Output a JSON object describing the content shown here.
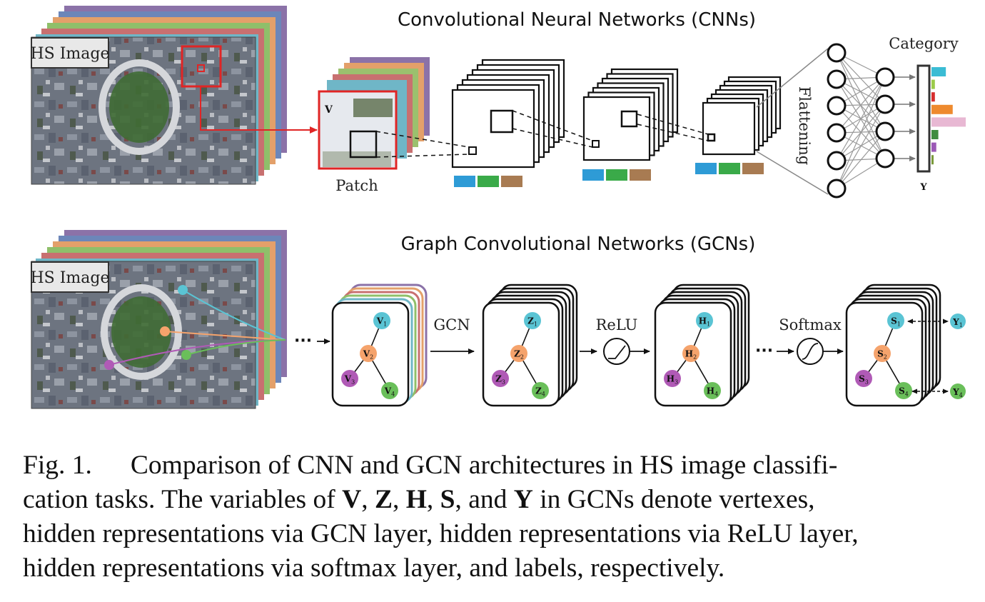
{
  "cnn": {
    "title": "Convolutional Neural Networks (CNNs)",
    "hs_label": "HS Image",
    "patch_label": "Patch",
    "patch_var": "V",
    "flatten_label": "Flattening",
    "category_label": "Category",
    "output_var": "Y",
    "channel_colors": [
      "#2e9bd6",
      "#3aaa49",
      "#a87b52"
    ],
    "category_colors": [
      "#3bbcd4",
      "#9bcb4a",
      "#d62e2e",
      "#ee8a2e",
      "#e8b8d3",
      "#3f8c3f",
      "#9b59b6",
      "#7a9a3a"
    ],
    "category_values": [
      0.42,
      0.1,
      0.1,
      0.62,
      1.0,
      0.2,
      0.14,
      0.06
    ]
  },
  "gcn": {
    "title": "Graph Convolutional Networks (GCNs)",
    "hs_label": "HS Image",
    "ellipsis": "···",
    "op_gcn": "GCN",
    "op_relu": "ReLU",
    "op_softmax": "Softmax",
    "node_colors": [
      "#5ac4d4",
      "#f5a36c",
      "#b05ab6",
      "#6abf5a"
    ],
    "graphs": [
      {
        "letter": "V",
        "nodes": [
          "1",
          "2",
          "3",
          "4"
        ]
      },
      {
        "letter": "Z",
        "nodes": [
          "1",
          "2",
          "3",
          "4"
        ]
      },
      {
        "letter": "H",
        "nodes": [
          "1",
          "2",
          "3",
          "4"
        ]
      },
      {
        "letter": "S",
        "nodes": [
          "1",
          "2",
          "3",
          "4"
        ]
      }
    ],
    "labels": [
      {
        "letter": "Y",
        "sub": "1"
      },
      {
        "letter": "Y",
        "sub": "4"
      }
    ]
  },
  "caption": {
    "fig_num": "Fig. 1.",
    "line1": "Comparison of CNN and GCN architectures in HS image classifi-",
    "line2_pre": "cation tasks. The variables of ",
    "v": "V",
    "sep1": ", ",
    "z": "Z",
    "sep2": ", ",
    "h": "H",
    "sep3": ", ",
    "s": "S",
    "sep4": ", and ",
    "y": "Y",
    "line2_post": " in GCNs denote vertexes,",
    "line3": "hidden representations via GCN layer, hidden representations via ReLU layer,",
    "line4": "hidden representations via softmax layer, and labels, respectively."
  }
}
